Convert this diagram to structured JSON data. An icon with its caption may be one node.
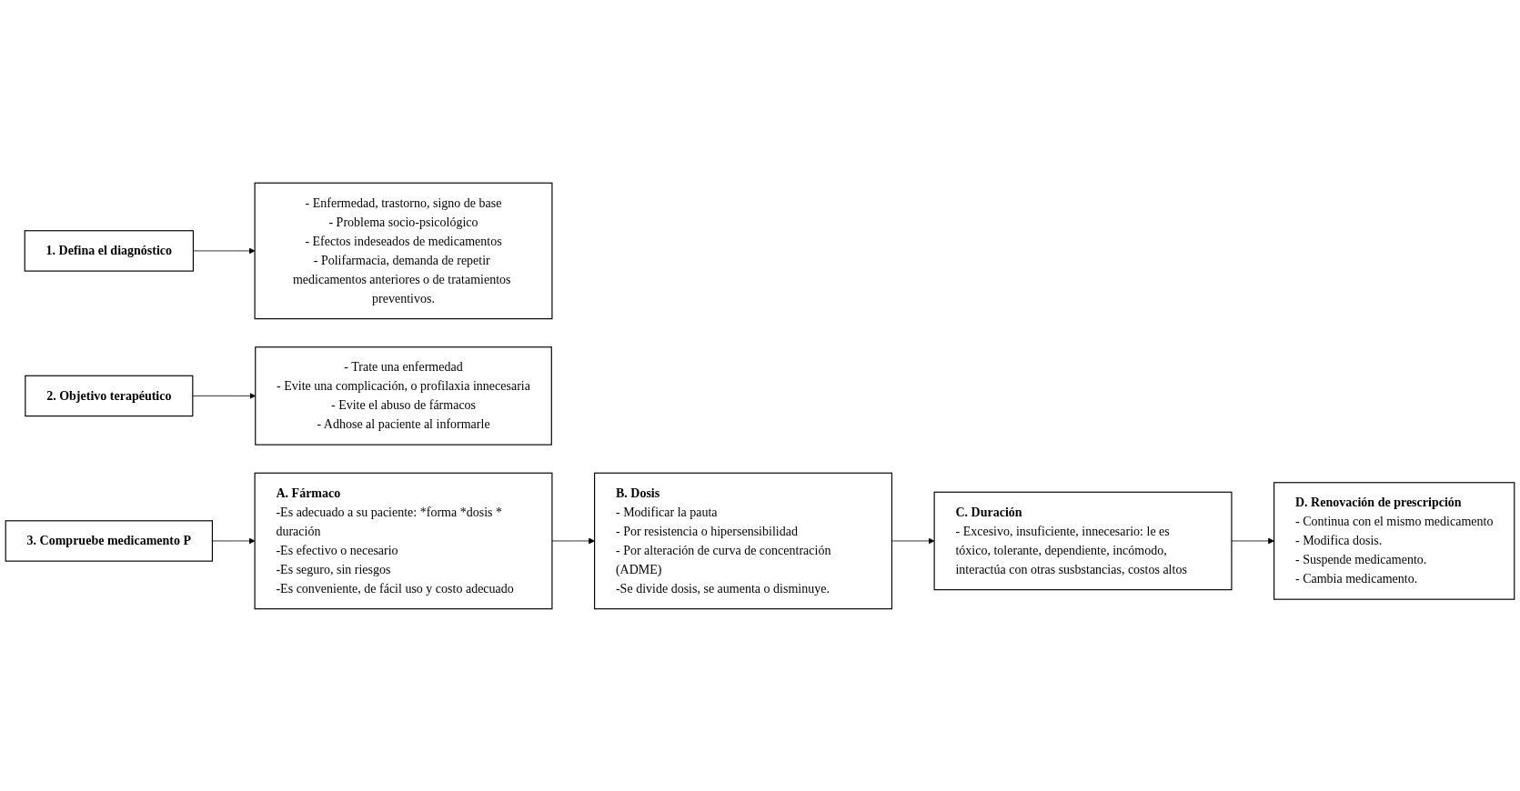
{
  "diagram": {
    "nodes": [
      {
        "text": [
          "1. Defina el diagnóstico"
        ]
      },
      {
        "text": [
          "- Enfermedad, trastorno, signo de base",
          "- Problema socio-psicológico",
          "- Efectos indeseados de medicamentos",
          "- Polifarmacia, demanda de repetir medicamentos anteriores o de tratamientos preventivos."
        ]
      },
      {
        "text": [
          "2. Objetivo terapéutico"
        ]
      },
      {
        "text": [
          "- Trate una enfermedad",
          "- Evite una complicación, o profilaxia innecesaria",
          "- Evite el abuso de fármacos",
          "- Adhose al paciente al informarle"
        ]
      },
      {
        "text": [
          "3. Compruebe medicamento P"
        ]
      },
      {
        "text": [
          "A. Fármaco",
          "-Es adecuado a su paciente: *forma *dosis * duración",
          "-Es efectivo o necesario",
          "-Es seguro, sin riesgos",
          "-Es conveniente, de fácil uso y costo adecuado"
        ]
      },
      {
        "text": [
          "B. Dosis",
          "- Modificar la pauta",
          "- Por resistencia o hipersensibilidad",
          "- Por alteración de curva de concentración (ADME)",
          "-Se divide dosis, se aumenta o disminuye."
        ]
      },
      {
        "text": [
          "C. Duración",
          "- Excesivo, insuficiente, innecesario: le es tóxico, tolerante, dependiente, incómodo, interactúa con otras susbstancias, costos altos"
        ]
      },
      {
        "text": [
          "D. Renovación de prescripción",
          "- Continua con el mismo medicamento",
          "- Modifica dosis.",
          "- Suspende medicamento.",
          "- Cambia medicamento."
        ]
      }
    ],
    "edges": [
      {
        "from": 0,
        "to": 1,
        "arrow": "to"
      },
      {
        "from": 2,
        "to": 3,
        "arrow": "to"
      },
      {
        "from": 4,
        "to": 5,
        "arrow": "to"
      },
      {
        "from": 5,
        "to": 6,
        "arrow": "to"
      },
      {
        "from": 6,
        "to": 7,
        "arrow": "to"
      },
      {
        "from": 7,
        "to": 8,
        "arrow": "to"
      }
    ]
  }
}
